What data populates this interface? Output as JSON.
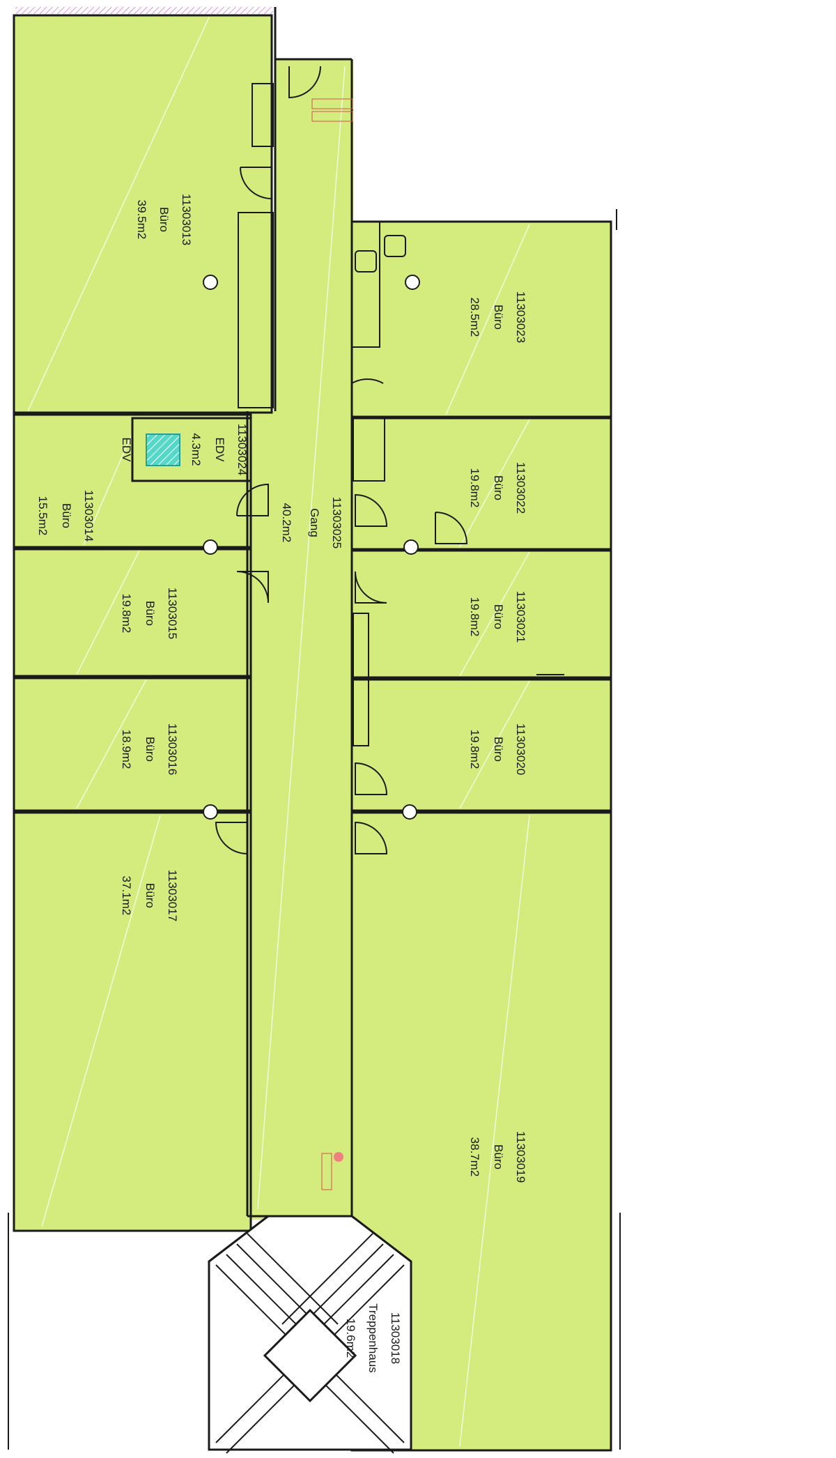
{
  "colors": {
    "room": "#d4ec7e",
    "edv_box": "#55d8c8",
    "wall": "#1a1a1a",
    "tag": "#d45050"
  },
  "rooms": [
    {
      "id": "11303013",
      "use": "Büro",
      "area": "39.5m2"
    },
    {
      "id": "11303014",
      "use": "Büro",
      "area": "15.5m2"
    },
    {
      "id": "11303024",
      "use": "EDV",
      "area": "4.3m2"
    },
    {
      "id": "11303015",
      "use": "Büro",
      "area": "19.8m2"
    },
    {
      "id": "11303016",
      "use": "Büro",
      "area": "18.9m2"
    },
    {
      "id": "11303017",
      "use": "Büro",
      "area": "37.1m2"
    },
    {
      "id": "11303025",
      "use": "Gang",
      "area": "40.2m2"
    },
    {
      "id": "11303023",
      "use": "Büro",
      "area": "28.5m2"
    },
    {
      "id": "11303022",
      "use": "Büro",
      "area": "19.8m2"
    },
    {
      "id": "11303021",
      "use": "Büro",
      "area": "19.8m2"
    },
    {
      "id": "11303020",
      "use": "Büro",
      "area": "19.8m2"
    },
    {
      "id": "11303019",
      "use": "Büro",
      "area": "38.7m2"
    },
    {
      "id": "11303018",
      "use": "Treppenhaus",
      "area": "19.6m2"
    }
  ],
  "labels": {
    "edv_extra": "EDV"
  }
}
